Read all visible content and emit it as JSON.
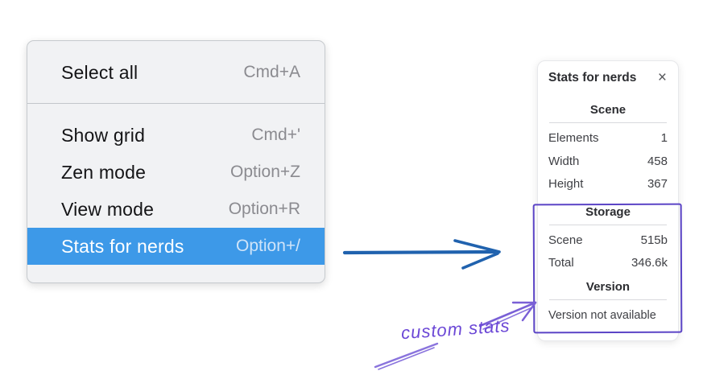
{
  "menu": {
    "items": [
      {
        "label": "Select all",
        "shortcut": "Cmd+A"
      },
      {
        "label": "Show grid",
        "shortcut": "Cmd+'"
      },
      {
        "label": "Zen mode",
        "shortcut": "Option+Z"
      },
      {
        "label": "View mode",
        "shortcut": "Option+R"
      },
      {
        "label": "Stats for nerds",
        "shortcut": "Option+/",
        "selected": true
      }
    ]
  },
  "stats_panel": {
    "title": "Stats for nerds",
    "close_icon": "×",
    "sections": [
      {
        "header": "Scene",
        "rows": [
          [
            "Elements",
            "1"
          ],
          [
            "Width",
            "458"
          ],
          [
            "Height",
            "367"
          ]
        ]
      },
      {
        "header": "Storage",
        "rows": [
          [
            "Scene",
            "515b"
          ],
          [
            "Total",
            "346.6k"
          ]
        ]
      },
      {
        "header": "Version",
        "note": "Version not available"
      }
    ]
  },
  "annotation": {
    "label": "custom stats"
  },
  "colors": {
    "menu_highlight": "#3d99e8",
    "arrow_blue": "#2062ae",
    "annotation_purple": "#6f54d8",
    "box_purple": "#5b44c6"
  }
}
